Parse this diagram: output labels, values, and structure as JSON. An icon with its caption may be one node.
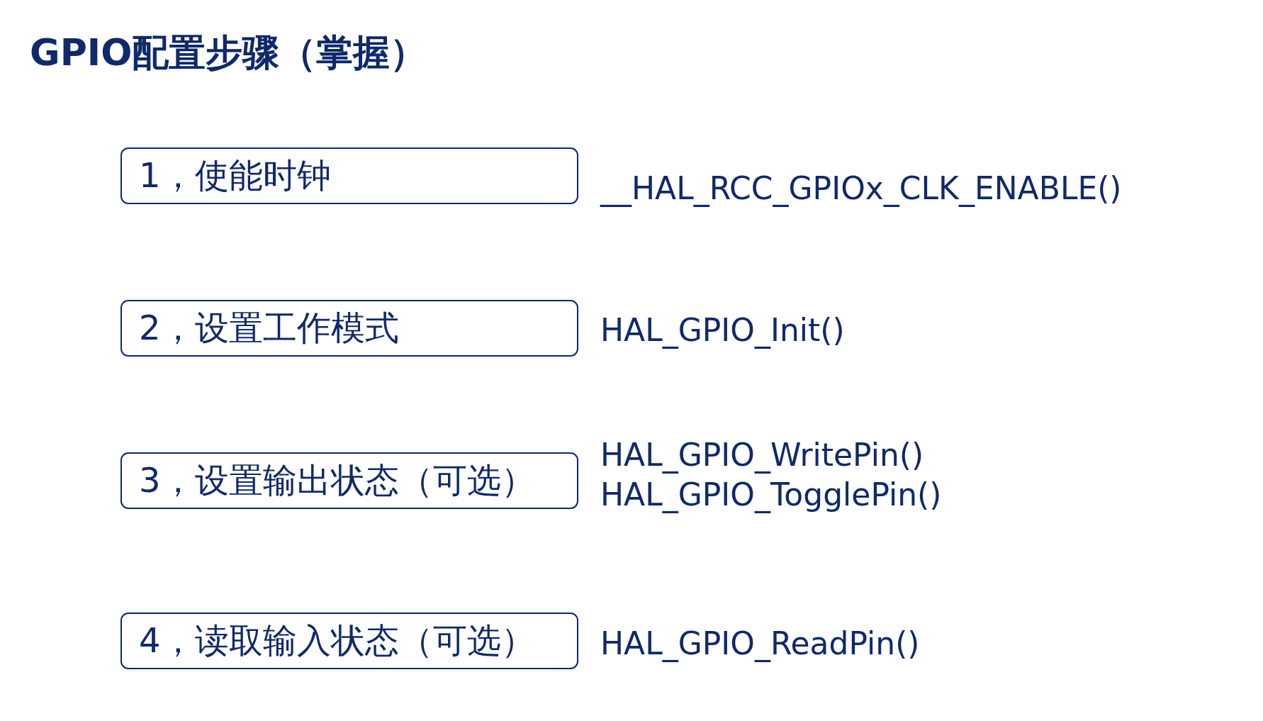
{
  "diagram": {
    "title": "GPIO配置步骤（掌握）",
    "nodes": [
      {
        "text": [
          "1，使能时钟"
        ],
        "beside": [
          "__HAL_RCC_GPIOx_CLK_ENABLE()"
        ]
      },
      {
        "text": [
          "2，设置工作模式"
        ],
        "beside": [
          "HAL_GPIO_Init()"
        ]
      },
      {
        "text": [
          "3，设置输出状态（可选）"
        ],
        "beside": [
          "HAL_GPIO_WritePin()",
          "HAL_GPIO_TogglePin()"
        ]
      },
      {
        "text": [
          "4，读取输入状态（可选）"
        ],
        "beside": [
          "HAL_GPIO_ReadPin()"
        ]
      }
    ]
  }
}
